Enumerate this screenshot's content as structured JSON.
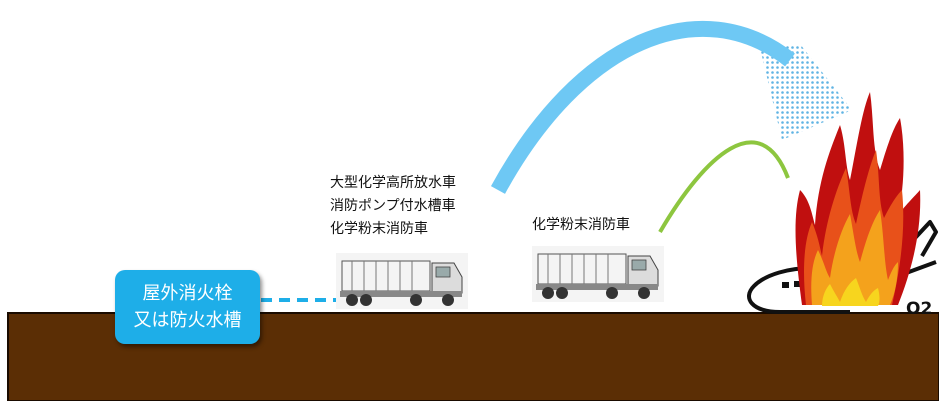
{
  "hydrant": {
    "line1": "屋外消火栓",
    "line2": "又は防火水槽"
  },
  "vehicle_group_1": {
    "lines": [
      "大型化学高所放水車",
      "消防ポンプ付水槽車",
      "化学粉末消防車"
    ]
  },
  "vehicle_group_2": {
    "label": "化学粉末消防車"
  },
  "aircraft": {
    "label": "O2"
  },
  "colors": {
    "ground": "#5b2e05",
    "hydrant_box": "#1eaee8",
    "water_stream": "#6ec8f4",
    "powder_stream": "#8dc63f",
    "supply_line": "#1eaee8"
  }
}
